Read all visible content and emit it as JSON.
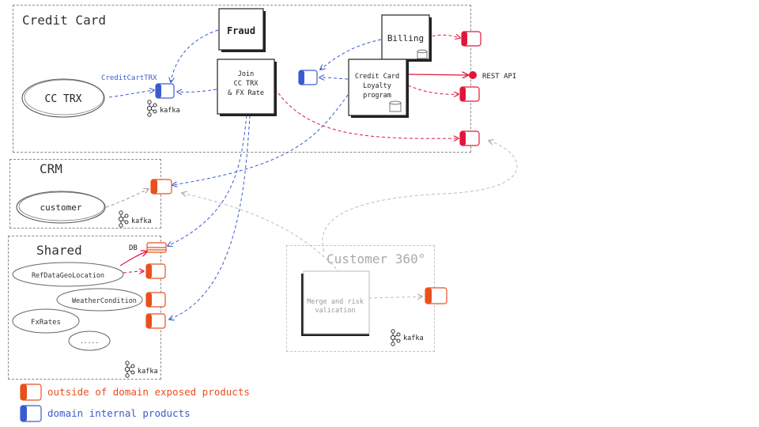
{
  "groups": {
    "credit_card": "Credit Card",
    "crm": "CRM",
    "shared": "Shared",
    "customer360": "Customer 360°"
  },
  "nodes": {
    "cc_trx": "CC TRX",
    "customer": "customer",
    "ref_data_geo": "RefDataGeoLocation",
    "weather": "WeatherCondition",
    "fxrates": "FxRates",
    "dots": "....."
  },
  "boxes": {
    "fraud": "Fraud",
    "billing": "Billing",
    "join_l1": "Join",
    "join_l2": "CC TRX",
    "join_l3": "& FX Rate",
    "loyalty_l1": "Credit Card",
    "loyalty_l2": "Loyalty",
    "loyalty_l3": "program",
    "merge_l1": "Merge and risk",
    "merge_l2": "valication"
  },
  "labels": {
    "topic": "CreditCartTRX",
    "kafka": "kafka",
    "db": "DB",
    "rest_api": "REST API"
  },
  "legend": {
    "exposed": "outside of domain exposed products",
    "internal": "domain internal products"
  },
  "colors": {
    "exposed": "#e8501e",
    "internal": "#3a5bd0",
    "rest": "#e0173c",
    "group_border": "#8a8a8a"
  }
}
